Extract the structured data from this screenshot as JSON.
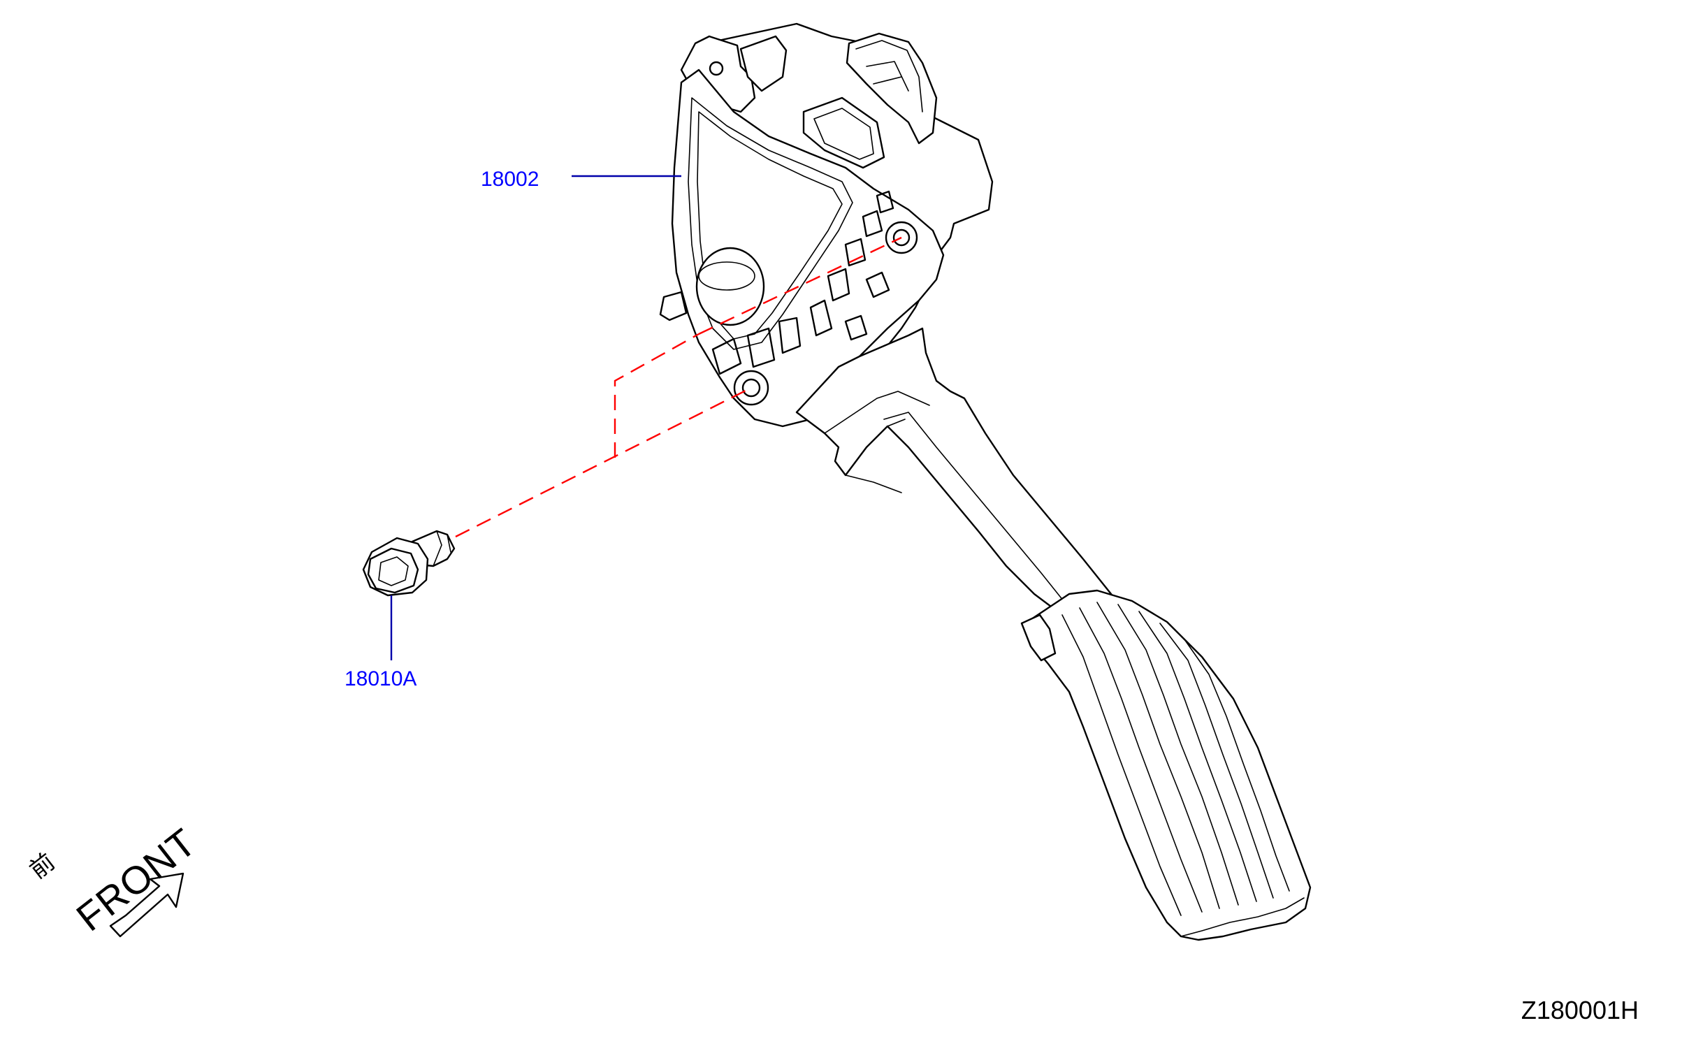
{
  "diagram": {
    "id_code": "Z180001H",
    "callouts": [
      {
        "part_number": "18002"
      },
      {
        "part_number": "18010A"
      }
    ],
    "front_indicator": {
      "kanji": "前",
      "text": "FRONT"
    },
    "colors": {
      "callout_text": "#0000ff",
      "leader_line": "#0000aa",
      "installation_line": "#ff0000",
      "outline": "#000000"
    }
  }
}
